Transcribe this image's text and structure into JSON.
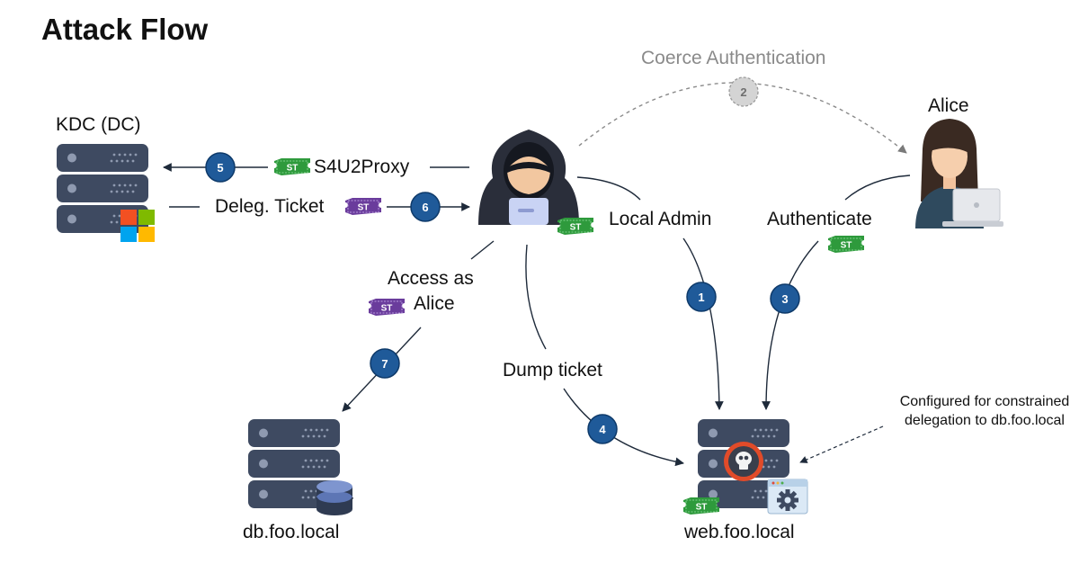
{
  "title": "Attack Flow",
  "nodes": {
    "kdc": "KDC (DC)",
    "alice": "Alice",
    "db": "db.foo.local",
    "web": "web.foo.local"
  },
  "edges": {
    "coerce": "Coerce Authentication",
    "s4u2proxy": "S4U2Proxy",
    "deleg_ticket": "Deleg. Ticket",
    "local_admin": "Local Admin",
    "authenticate": "Authenticate",
    "access_as_line1": "Access as",
    "access_as_line2": "Alice",
    "dump_ticket": "Dump ticket"
  },
  "note": {
    "line1": "Configured for constrained",
    "line2": "delegation to db.foo.local"
  },
  "steps": [
    "1",
    "2",
    "3",
    "4",
    "5",
    "6",
    "7"
  ],
  "ticket_label": "ST",
  "icons": [
    "server-stack",
    "windows-logo",
    "hacker-avatar",
    "user-avatar",
    "laptop",
    "database",
    "skull-badge",
    "gear-window",
    "service-ticket"
  ],
  "colors": {
    "step_badge": "#1f5a99",
    "step_badge_grey": "#d4d4d4",
    "ticket_green": "#2e9a3c",
    "ticket_purple": "#6a3c9c",
    "server": "#3e4a61",
    "arrow": "#1e2a3a",
    "dashed": "#8a8a8a"
  }
}
